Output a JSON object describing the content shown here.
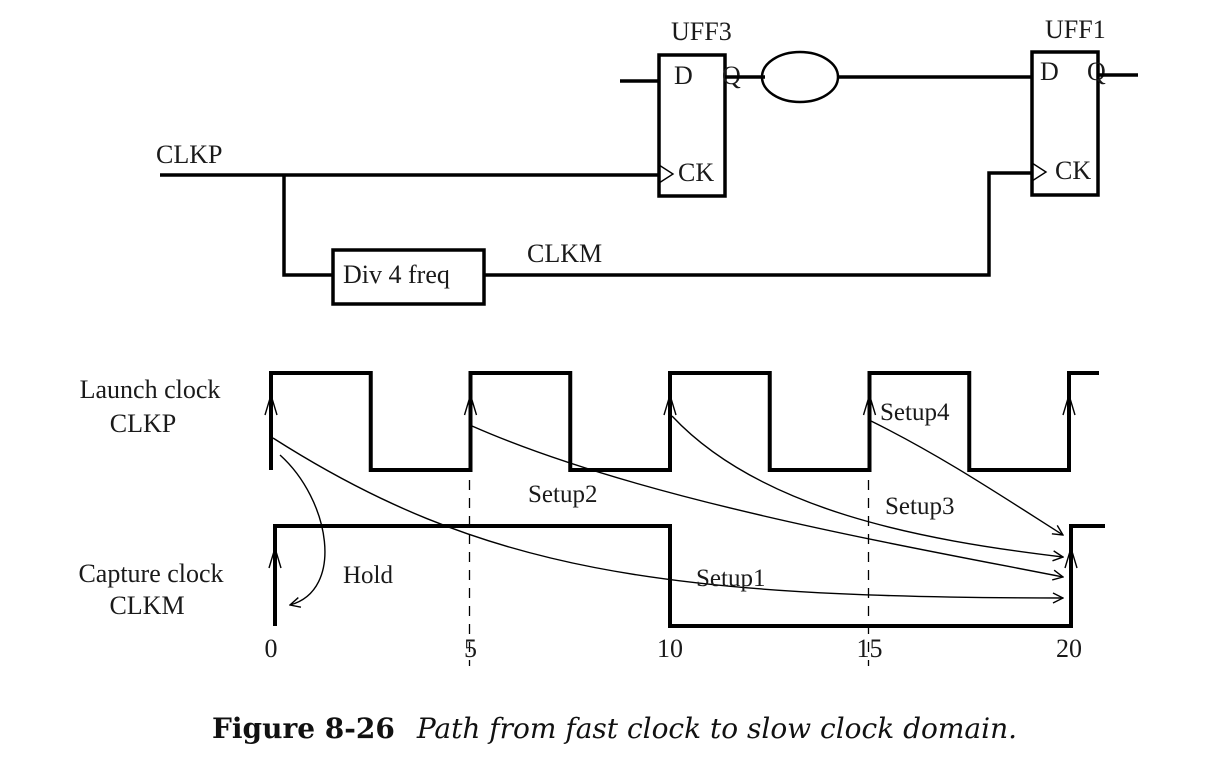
{
  "circuit": {
    "flops": [
      {
        "name": "UFF3",
        "d": "D",
        "q": "Q",
        "ck": "CK"
      },
      {
        "name": "UFF1",
        "d": "D",
        "q": "Q",
        "ck": "CK"
      }
    ],
    "clock_source": "CLKP",
    "divider_label": "Div 4 freq",
    "divided_clock": "CLKM"
  },
  "waveforms": {
    "launch_label": [
      "Launch clock",
      "CLKP"
    ],
    "capture_label": [
      "Capture clock",
      "CLKM"
    ],
    "time_ticks": [
      "0",
      "5",
      "10",
      "15",
      "20"
    ],
    "launch_period": 5,
    "capture_period": 20,
    "paths": [
      {
        "label": "Hold",
        "from": 0,
        "to": 0
      },
      {
        "label": "Setup1",
        "from": 0,
        "to": 20
      },
      {
        "label": "Setup2",
        "from": 5,
        "to": 20
      },
      {
        "label": "Setup3",
        "from": 10,
        "to": 20
      },
      {
        "label": "Setup4",
        "from": 15,
        "to": 20
      }
    ]
  },
  "caption": {
    "number": "Figure 8-26",
    "text": "Path from fast clock to slow clock domain."
  }
}
